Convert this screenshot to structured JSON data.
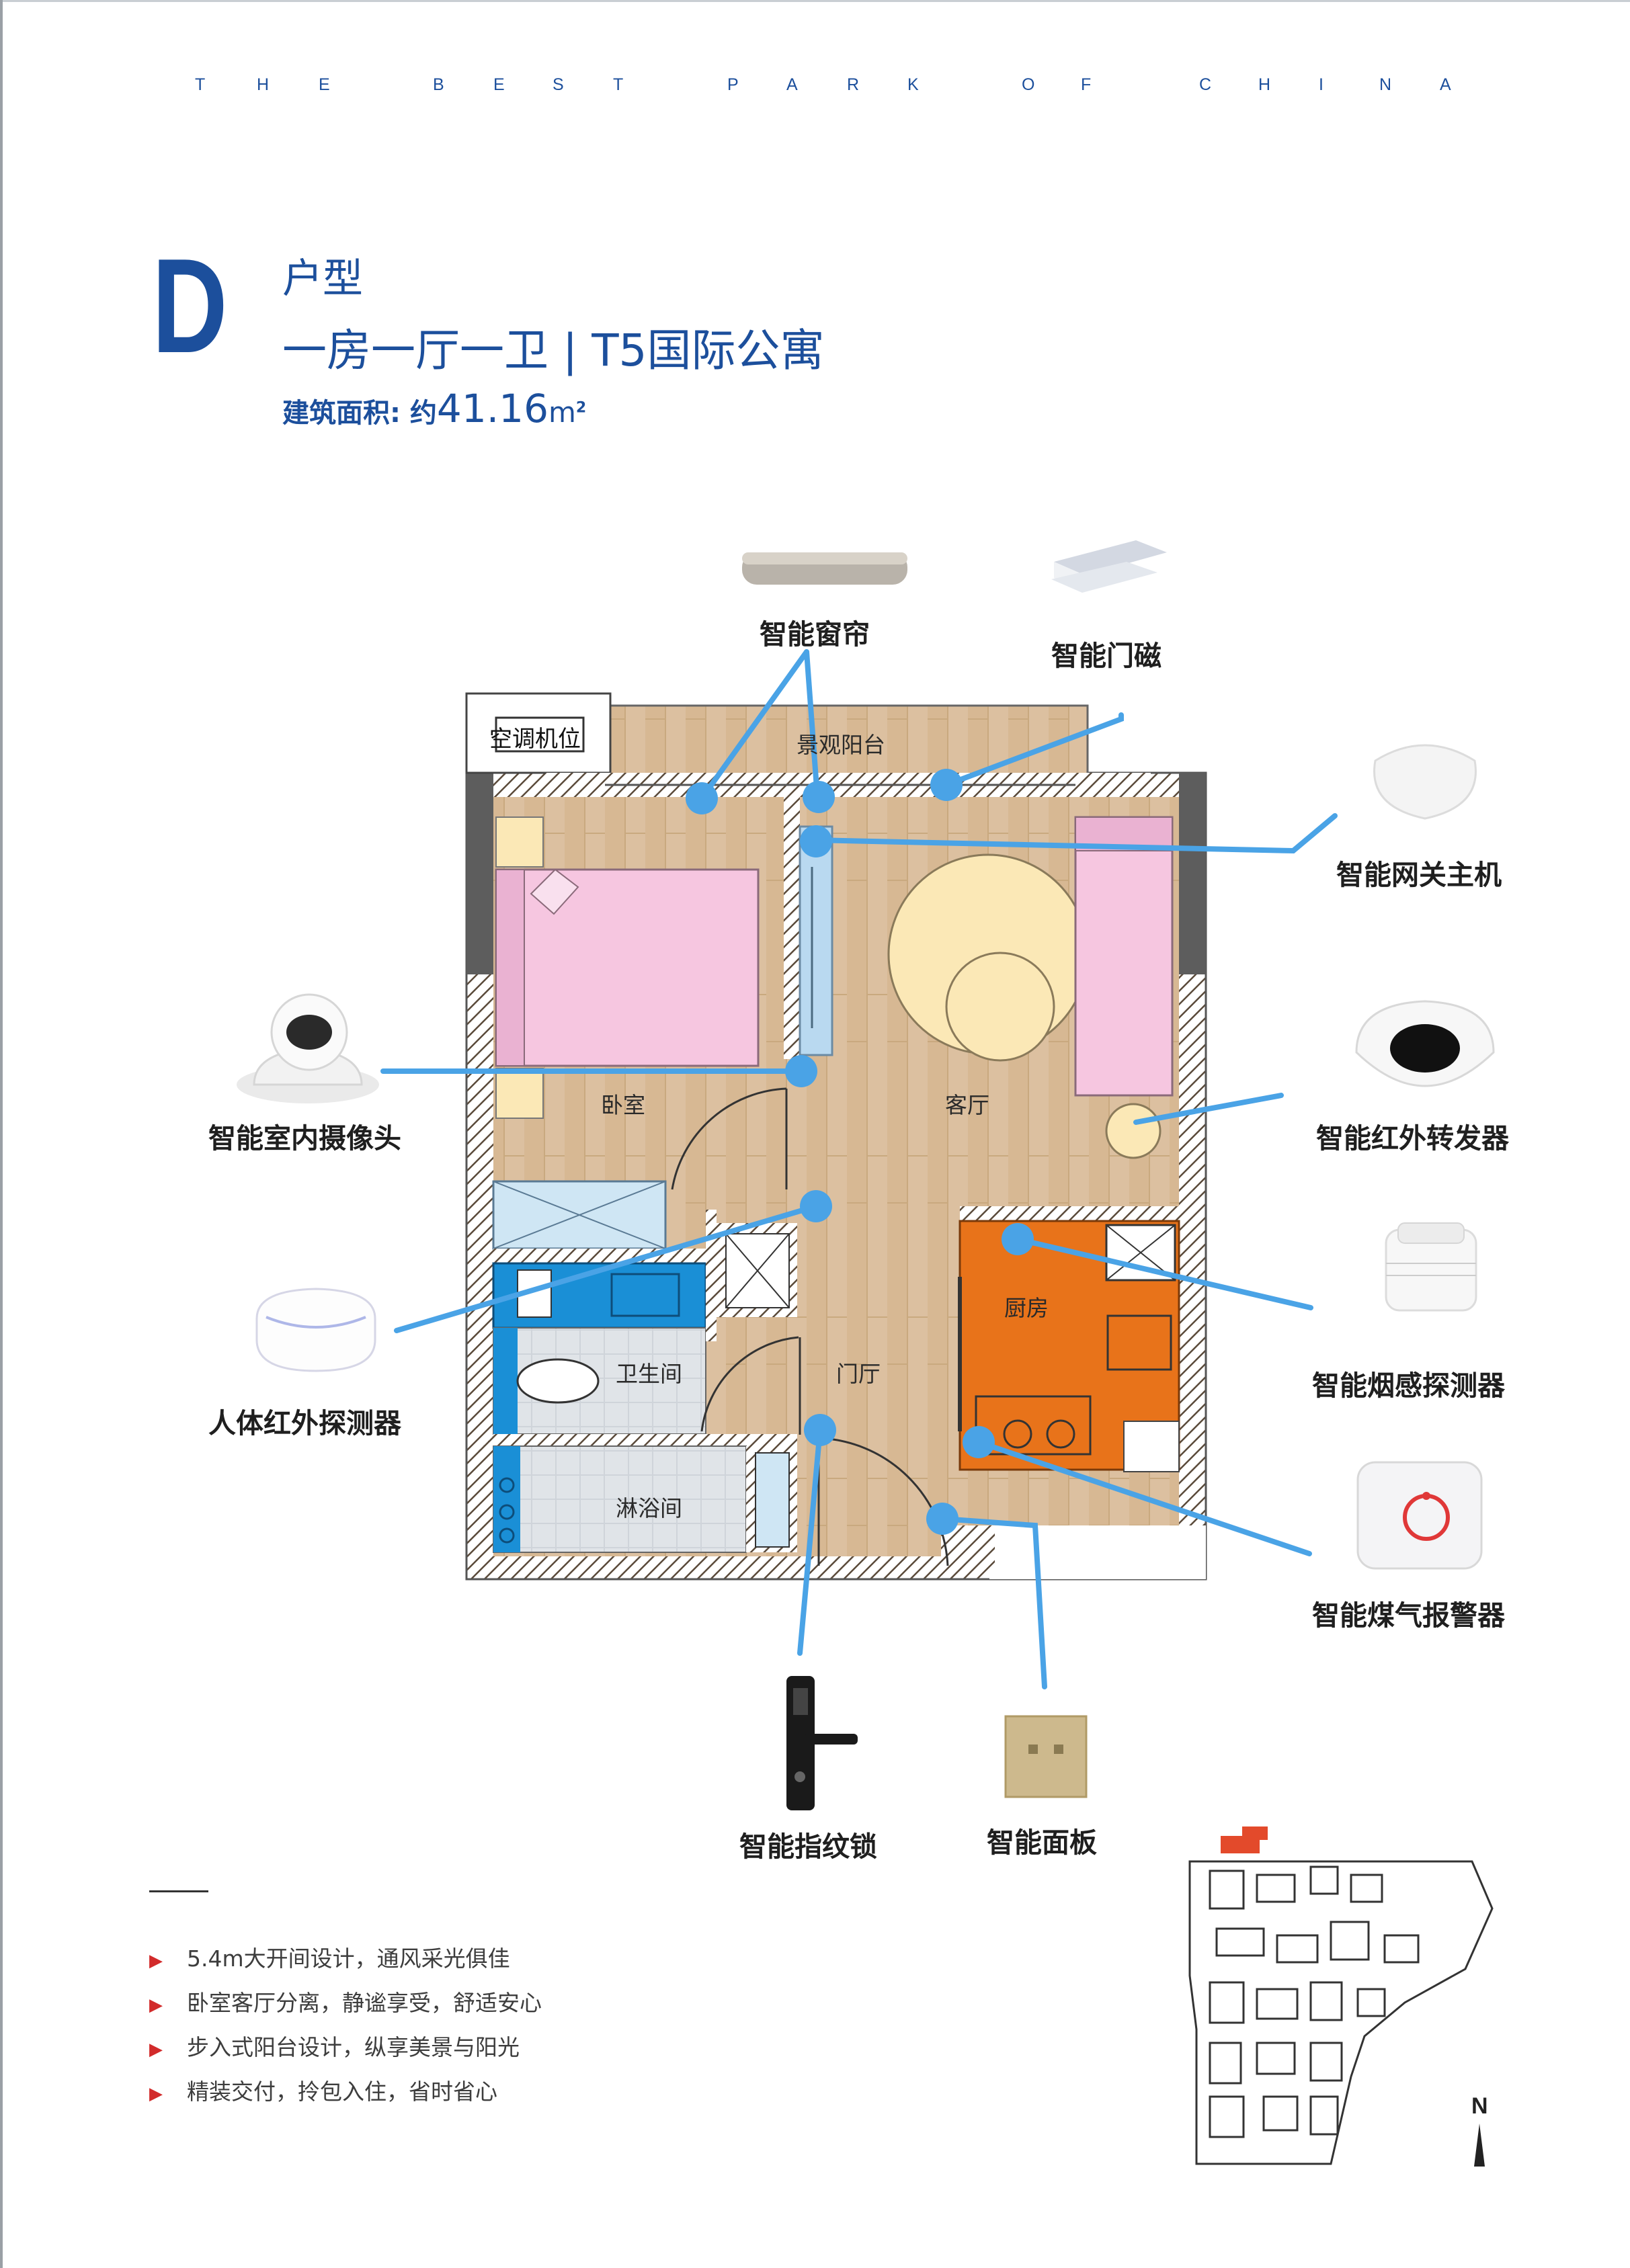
{
  "tagline": [
    "T",
    "H",
    "E",
    "B",
    "E",
    "S",
    "T",
    "P",
    "A",
    "R",
    "K",
    "O",
    "F",
    "C",
    "H",
    "I",
    "N",
    "A"
  ],
  "header": {
    "unit_letter": "D",
    "unit_type": "户型",
    "layout_title": "一房一厅一卫 | T5国际公寓",
    "area_label": "建筑面积: 约",
    "area_value": "41.16",
    "area_unit": "m",
    "area_sup": "2"
  },
  "rooms": {
    "ac": "空调机位",
    "balcony": "景观阳台",
    "bedroom": "卧室",
    "living": "客厅",
    "kitchen": "厨房",
    "bathroom": "卫生间",
    "foyer": "门厅",
    "shower": "淋浴间"
  },
  "devices": {
    "curtain": "智能窗帘",
    "door_sensor": "智能门磁",
    "gateway": "智能网关主机",
    "camera": "智能室内摄像头",
    "ir_blaster": "智能红外转发器",
    "motion": "人体红外探测器",
    "smoke": "智能烟感探测器",
    "gas": "智能煤气报警器",
    "lock": "智能指纹锁",
    "panel": "智能面板"
  },
  "features": [
    "5.4m大开间设计，通风采光俱佳",
    "卧室客厅分离，静谧享受，舒适安心",
    "步入式阳台设计，纵享美景与阳光",
    "精装交付，拎包入住，省时省心"
  ],
  "north": "N",
  "colors": {
    "brand_blue": "#1c4f9c",
    "line_blue": "#4aa3e6",
    "kitchen_orange": "#e8731a",
    "bath_blue": "#1a8fd6",
    "floor_wood": "#dcc0a0",
    "bed_pink": "#f6c6e0",
    "rug_cream": "#fbe8b6",
    "arrow_red": "#d22b2b"
  }
}
